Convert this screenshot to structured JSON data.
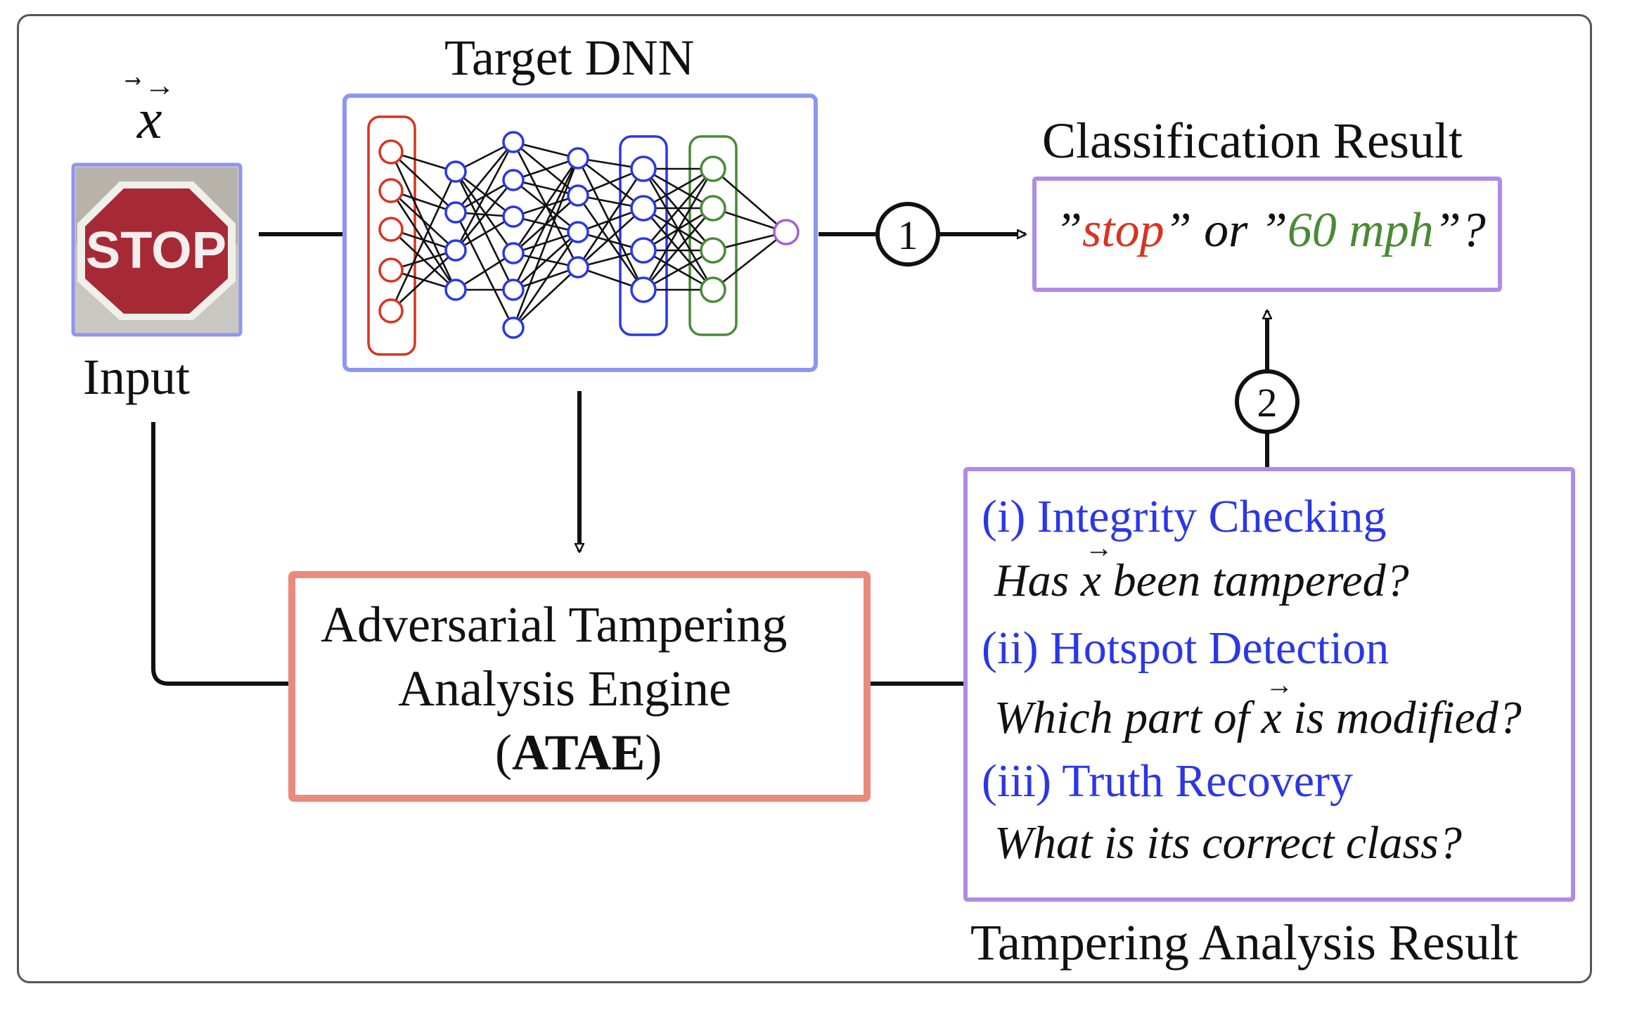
{
  "colors": {
    "dnn_border": "#8d95f3",
    "result_border": "#b08ae8",
    "atae_border": "#e98a7c",
    "layer_red": "#d9331f",
    "layer_blue": "#2b37e6",
    "layer_green": "#4a8a36",
    "output_node": "#a55fd8",
    "label_blue": "#2b37e6",
    "stop_text": "#d9331f",
    "mph_text": "#4a8a36"
  },
  "input": {
    "vector_label": "x",
    "image_text": "STOP",
    "caption": "Input"
  },
  "target_dnn": {
    "title": "Target DNN"
  },
  "classification": {
    "title": "Classification Result",
    "quote_open": "”",
    "class_a": "stop",
    "middle": "” or ”",
    "class_b": "60 mph",
    "quote_close": "”?"
  },
  "steps": {
    "step1": "1",
    "step2": "2"
  },
  "atae": {
    "line1": "Adversarial Tampering",
    "line2": "Analysis Engine",
    "abbr_open": "(",
    "abbr": "ATAE",
    "abbr_close": ")"
  },
  "analysis": {
    "caption": "Tampering Analysis Result",
    "items": [
      {
        "heading": "(i) Integrity Checking",
        "q_pre": "Has",
        "q_vec": "x",
        "q_post": "been tampered?"
      },
      {
        "heading": "(ii) Hotspot Detection",
        "q_pre": "Which part of",
        "q_vec": "x",
        "q_post": "is modified?"
      },
      {
        "heading": "(iii) Truth Recovery",
        "q_pre": "What is its correct class?",
        "q_vec": "",
        "q_post": ""
      }
    ]
  }
}
